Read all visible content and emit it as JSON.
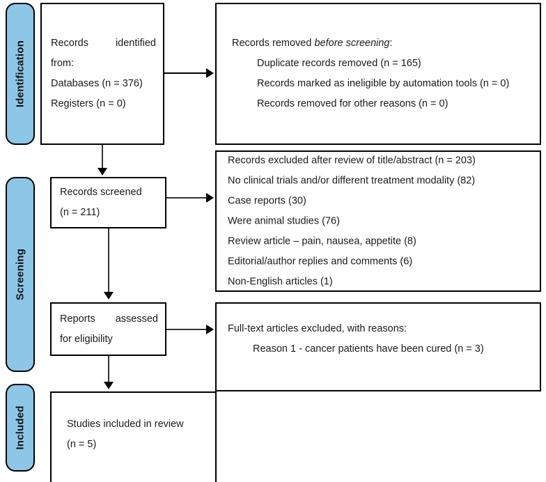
{
  "diagram": {
    "title": "PRISMA 2020 flow diagram",
    "accent_color": "#8DC7E8",
    "border_color": "#000000",
    "text_color": "#1a1a1a"
  },
  "phases": {
    "identification": "Identification",
    "screening": "Screening",
    "included": "Included"
  },
  "identification": {
    "records_identified": {
      "line1_a": "Records",
      "line1_b": "identified",
      "line2": "from:",
      "line3": "Databases (n = 376)",
      "line4": "Registers (n = 0)"
    },
    "records_removed": {
      "heading_a": "Records removed ",
      "heading_b": "before screening",
      "heading_c": ":",
      "items": [
        "Duplicate records removed (n = 165)",
        "Records marked as ineligible by automation tools (n = 0)",
        "Records removed for other reasons (n = 0)"
      ]
    }
  },
  "screening": {
    "records_screened": {
      "line1": "Records screened",
      "line2": "(n = 211)"
    },
    "records_excluded": {
      "items": [
        "Records excluded after review of title/abstract (n = 203)",
        "No clinical trials and/or different treatment modality (82)",
        "Case reports (30)",
        "Were animal studies (76)",
        "Review article – pain, nausea, appetite (8)",
        "Editorial/author replies and comments (6)",
        "Non-English articles (1)"
      ]
    },
    "reports_assessed": {
      "line1_a": "Reports",
      "line1_b": "assessed",
      "line2": "for eligibility"
    },
    "reports_excluded": {
      "heading": "Full-text articles excluded, with reasons:",
      "items": [
        "Reason 1 - cancer patients have been cured (n = 3)"
      ]
    }
  },
  "included": {
    "studies_included": {
      "line1": "Studies included in review",
      "line2": "(n = 5)"
    }
  }
}
